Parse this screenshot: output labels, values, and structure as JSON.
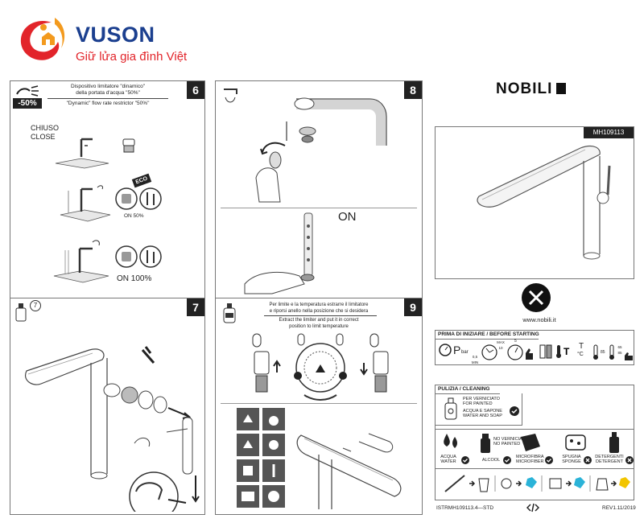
{
  "header": {
    "brand": "VUSON",
    "tagline": "Giữ lửa gia đình Việt"
  },
  "step6": {
    "number": "6",
    "badge": "-50%",
    "text_it_1": "Dispositivo limitatore \"dinamico\"",
    "text_it_2": "della portata d'acqua \"50%\"",
    "text_en": "\"Dynamic\" flow rate restrictor \"50%\"",
    "chiuso": "CHIUSO",
    "close": "CLOSE",
    "eco": "ECO",
    "on50": "ON 50%",
    "on100": "ON 100%"
  },
  "step8": {
    "number": "8",
    "on": "ON"
  },
  "step7": {
    "number": "7",
    "badge": "7"
  },
  "step9": {
    "number": "9",
    "text_it_1": "Per limite e la temperatura estrarre il limitatore",
    "text_it_2": "e riporsi anello nella posizione che si desidera",
    "text_en_1": "Extract the limiter and put it in correct",
    "text_en_2": "position to limit temperature"
  },
  "cover": {
    "brand": "NOBILI",
    "model": "MH109113",
    "website": "www.nobili.it",
    "before_title": "PRIMA DI INIZIARE / BEFORE STARTING",
    "p": "P",
    "bar": "bar",
    "min_label": "0,5 MIN",
    "max_label": "MAX 10",
    "five": "5",
    "t_label": "T",
    "oc": "°C",
    "t85": "85",
    "t6585": "65 85",
    "cleaning_title": "PULIZIA / CLEANING",
    "painted_1": "PER VERNICIATO",
    "painted_2": "FOR PAINTED",
    "soap_1": "ACQUA E SAPONE",
    "soap_2": "WATER AND SOAP",
    "no_painted_1": "NO VERNICIATO",
    "no_painted_2": "NO PAINTED",
    "water_1": "ACQUA",
    "water_2": "WATER",
    "alcohol": "ALCOOL",
    "micro_1": "MICROFIBRA",
    "micro_2": "MICROFIBER",
    "sponge_1": "SPUGNA",
    "sponge_2": "SPONGE",
    "det_1": "DETERGENTI",
    "det_2": "DETERGENT",
    "footer_code": "ISTRMH109113.4—STD",
    "footer_rev": "REV1.11/2019"
  },
  "colors": {
    "brand_blue": "#1b3f8f",
    "brand_red": "#e2242a",
    "ink": "#222222"
  }
}
